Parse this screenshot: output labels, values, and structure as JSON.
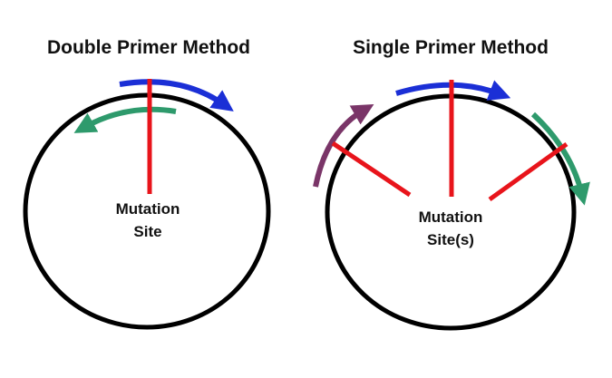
{
  "panels": [
    {
      "title": "Double Primer Method",
      "label_line1": "Mutation",
      "label_line2": "Site"
    },
    {
      "title": "Single Primer Method",
      "label_line1": "Mutation",
      "label_line2": "Site(s)"
    }
  ],
  "colors": {
    "plasmid": "#000000",
    "mutation": "#e8141b",
    "primer_blue": "#1b2fd6",
    "primer_green": "#2e9a6c",
    "primer_purple": "#7a3568"
  }
}
